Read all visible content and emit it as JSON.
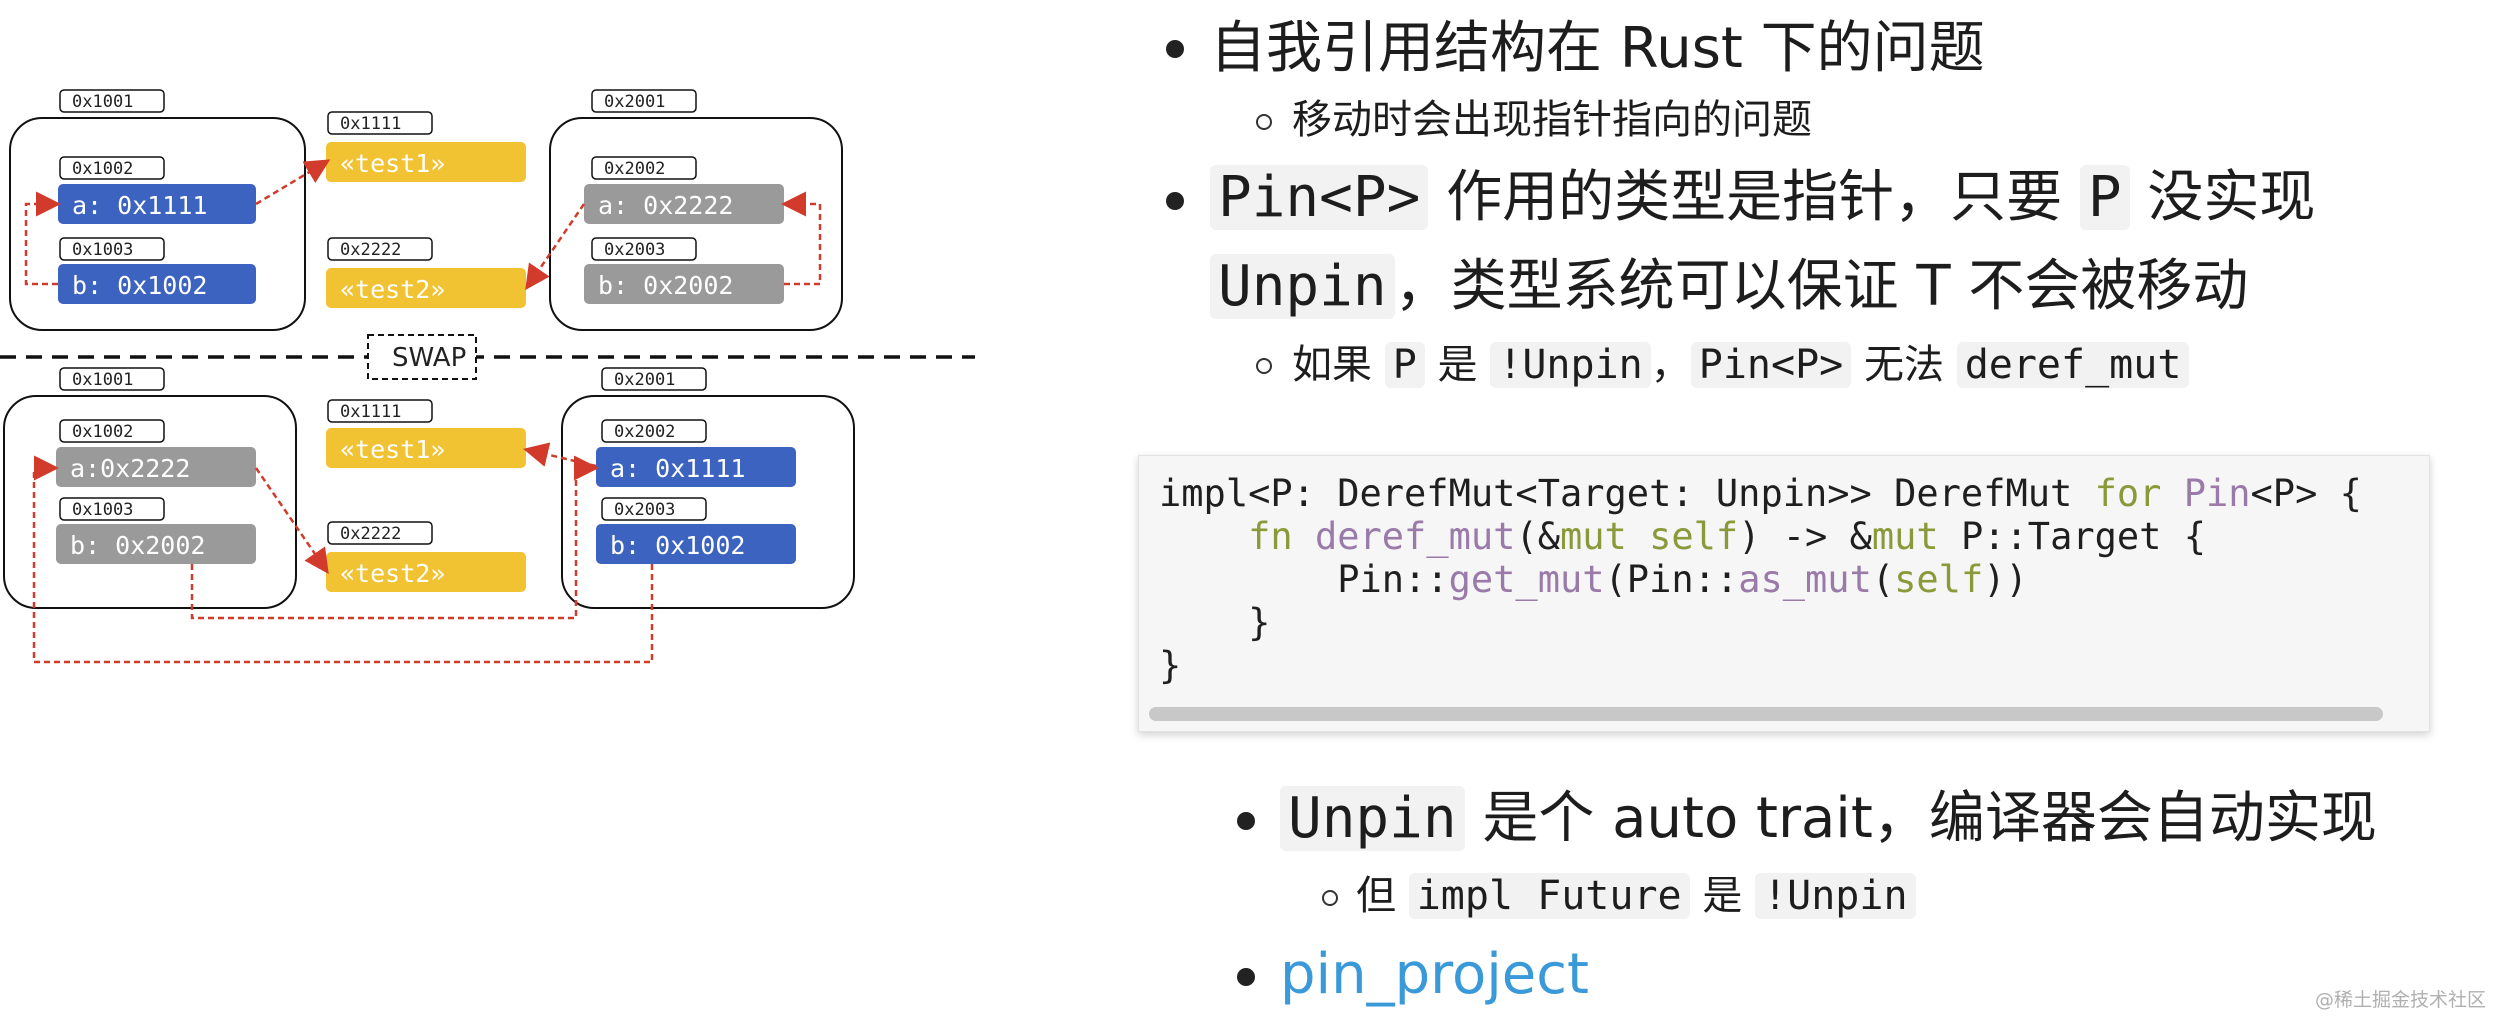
{
  "diagram": {
    "top": {
      "left_outer_addr": "0x1001",
      "left_a_addr": "0x1002",
      "left_a_label": "a: 0x1111",
      "left_b_addr": "0x1003",
      "left_b_label": "b: 0x1002",
      "test1_addr": "0x1111",
      "test1_label": "«test1»",
      "test2_addr": "0x2222",
      "test2_label": "«test2»",
      "right_outer_addr": "0x2001",
      "right_a_addr": "0x2002",
      "right_a_label": "a: 0x2222",
      "right_b_addr": "0x2003",
      "right_b_label": "b: 0x2002"
    },
    "swap_label": "SWAP",
    "bottom": {
      "left_outer_addr": "0x1001",
      "left_a_addr": "0x1002",
      "left_a_label": "a:0x2222",
      "left_b_addr": "0x1003",
      "left_b_label": "b: 0x2002",
      "test1_addr": "0x1111",
      "test1_label": "«test1»",
      "test2_addr": "0x2222",
      "test2_label": "«test2»",
      "right_outer_addr": "0x2001",
      "right_a_addr": "0x2002",
      "right_a_label": "a: 0x1111",
      "right_b_addr": "0x2003",
      "right_b_label": "b: 0x1002"
    },
    "colors": {
      "blue": "#3d63c0",
      "gray": "#9a9a9a",
      "yellow": "#f1c232",
      "arrow": "#d23b2b"
    }
  },
  "text": {
    "b1": "自我引用结构在 Rust 下的问题",
    "b1_sub": "移动时会出现指针指向的问题",
    "b2_code1": "Pin<P>",
    "b2_text1": " 作用的类型是指针，只要 ",
    "b2_code2": "P",
    "b2_text2": " 没实现",
    "b2_code3": "Unpin",
    "b2_text3": "，类型系统可以保证 T 不会被移动",
    "b2_sub_t1": "如果 ",
    "b2_sub_c1": "P",
    "b2_sub_t2": " 是 ",
    "b2_sub_c2": "!Unpin",
    "b2_sub_t3": "，",
    "b2_sub_c3": "Pin<P>",
    "b2_sub_t4": " 无法 ",
    "b2_sub_c4": "deref_mut",
    "b3_code": "Unpin",
    "b3_text": " 是个 auto trait，编译器会自动实现",
    "b3_sub_t1": "但 ",
    "b3_sub_c1": "impl Future",
    "b3_sub_t2": " 是 ",
    "b3_sub_c2": "!Unpin",
    "b4_link": "pin_project",
    "watermark": "@稀土掘金技术社区"
  },
  "code": {
    "lines": [
      [
        [
          "plain",
          "impl<P: DerefMut<Target: Unpin>> DerefMut "
        ],
        [
          "kw",
          "for"
        ],
        [
          "plain",
          " "
        ],
        [
          "ty",
          "Pin"
        ],
        [
          "plain",
          "<P> {"
        ]
      ],
      [
        [
          "plain",
          "    "
        ],
        [
          "kw",
          "fn"
        ],
        [
          "plain",
          " "
        ],
        [
          "ty",
          "deref_mut"
        ],
        [
          "plain",
          "(&"
        ],
        [
          "kw",
          "mut"
        ],
        [
          "plain",
          " "
        ],
        [
          "sl",
          "self"
        ],
        [
          "plain",
          ") -> &"
        ],
        [
          "kw",
          "mut"
        ],
        [
          "plain",
          " P::Target {"
        ]
      ],
      [
        [
          "plain",
          "        Pin::"
        ],
        [
          "ty",
          "get_mut"
        ],
        [
          "plain",
          "(Pin::"
        ],
        [
          "ty",
          "as_mut"
        ],
        [
          "plain",
          "("
        ],
        [
          "sl",
          "self"
        ],
        [
          "plain",
          "))"
        ]
      ],
      [
        [
          "plain",
          "    }"
        ]
      ],
      [
        [
          "plain",
          "}"
        ]
      ]
    ]
  }
}
